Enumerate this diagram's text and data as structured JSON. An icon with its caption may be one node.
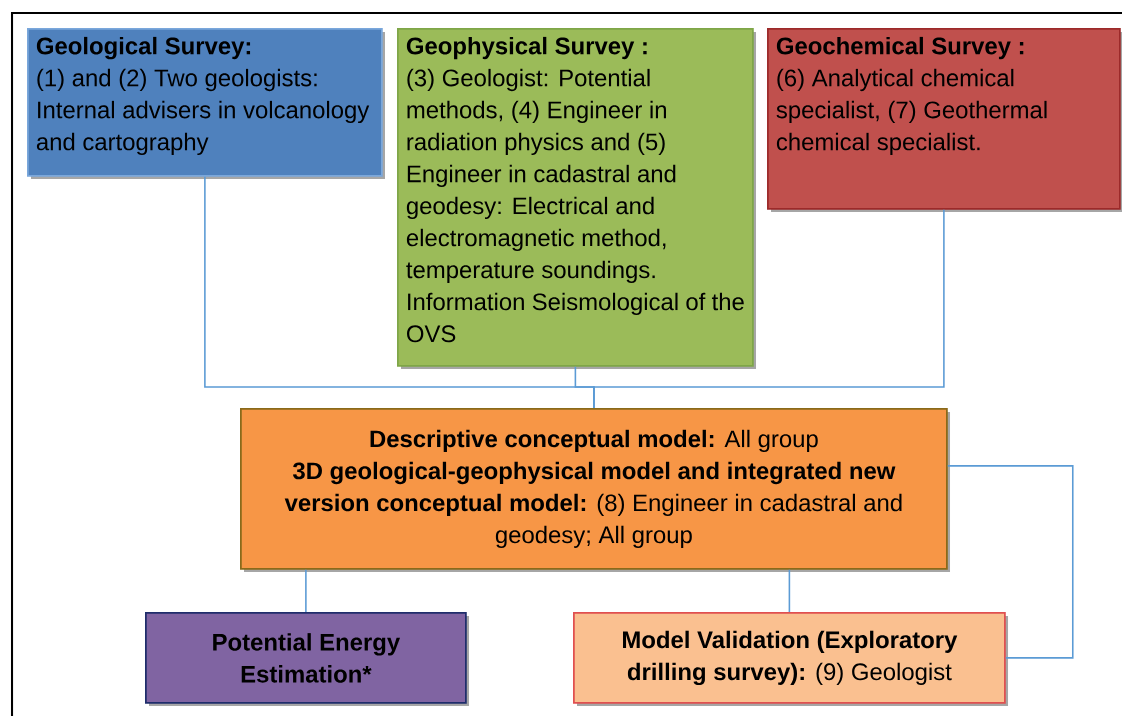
{
  "diagram": {
    "nodes": [
      {
        "text": [
          "Geological Survey:",
          "(1) and (2) Two geologists: Internal advisers in volcanology and cartography"
        ]
      },
      {
        "text": [
          "Geophysical Survey :",
          "(3) Geologist: Potential methods, (4) Engineer in radiation physics and (5) Engineer in cadastral and geodesy: Electrical and electromagnetic method, temperature soundings. Information Seismological of the OVS"
        ]
      },
      {
        "text": [
          "Geochemical Survey :",
          "(6) Analytical chemical specialist, (7) Geothermal chemical specialist."
        ]
      },
      {
        "text": [
          "**Descriptive conceptual model:** All group",
          "**3D geological-geophysical model and integrated new version conceptual model:** (8) Engineer in cadastral and geodesy; All group"
        ]
      },
      {
        "text": [
          "Potential Energy Estimation*"
        ]
      },
      {
        "text": [
          "**Model Validation (Exploratory drilling survey):** (9) Geologist"
        ]
      }
    ],
    "edges": [
      {
        "from": 0,
        "to": 3,
        "arrow": "none"
      },
      {
        "from": 1,
        "to": 3,
        "arrow": "none"
      },
      {
        "from": 2,
        "to": 3,
        "arrow": "none"
      },
      {
        "from": 3,
        "to": 4,
        "arrow": "none"
      },
      {
        "from": 3,
        "to": 5,
        "arrow": "none"
      },
      {
        "from": 3,
        "to": 5,
        "arrow": "none"
      }
    ]
  }
}
